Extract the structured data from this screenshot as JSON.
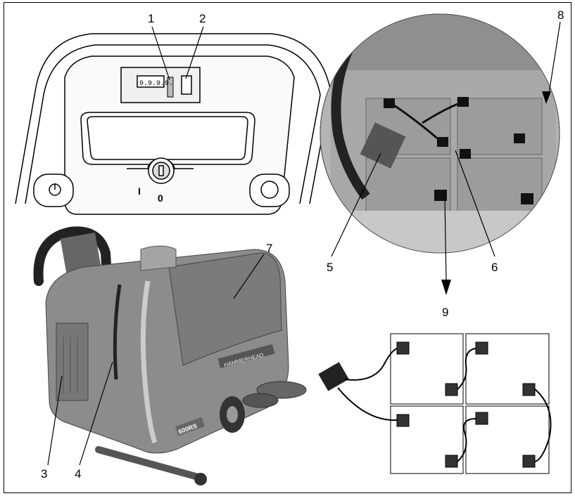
{
  "callouts": {
    "c1": "1",
    "c2": "2",
    "c3": "3",
    "c4": "4",
    "c5": "5",
    "c6": "6",
    "c7": "7",
    "c8": "8",
    "c9": "9"
  },
  "panel": {
    "display_text": "9.9.9.9.",
    "switch_on_label": "I",
    "switch_off_label": "0"
  },
  "machine": {
    "brand_label": "HAMMERHEAD",
    "model_label": "600RS"
  }
}
